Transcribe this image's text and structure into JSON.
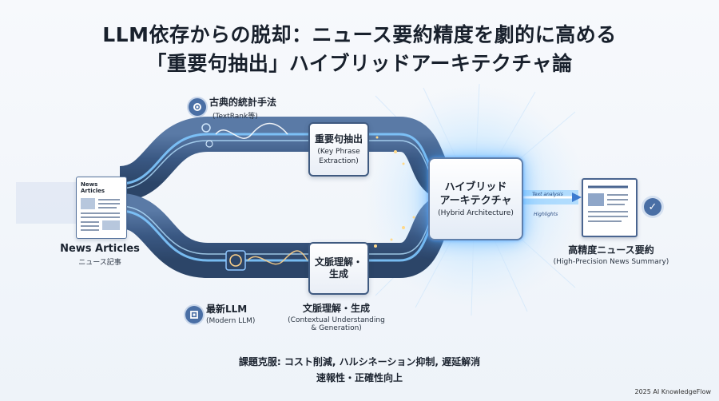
{
  "title": {
    "line1": "LLM依存からの脱却：ニュース要約精度を劇的に高める",
    "line2": "「重要句抽出」ハイブリッドアーキテクチャ論"
  },
  "inputs": {
    "doc_header": "News Articles",
    "label_main": "News Articles",
    "label_sub": "ニュース記事"
  },
  "top_path": {
    "icon_label_main": "古典的統計手法",
    "icon_label_sub": "(TextRank等)",
    "box_main": "重要句抽出",
    "box_sub_line1": "(Key Phrase",
    "box_sub_line2": "Extraction)"
  },
  "bottom_path": {
    "icon_label_main": "最新LLM",
    "icon_label_sub": "(Modern LLM)",
    "box_main_line1": "文脈理解・",
    "box_main_line2": "生成",
    "caption_main": "文脈理解・生成",
    "caption_sub_line1": "(Contextual Understanding",
    "caption_sub_line2": "& Generation)"
  },
  "hybrid": {
    "main_line1": "ハイブリッド",
    "main_line2": "アーキテクチャ",
    "sub": "(Hybrid Architecture)"
  },
  "output": {
    "tag1": "Text analysis",
    "tag2": "Highlights",
    "label_main": "高精度ニュース要約",
    "label_sub": "(High-Precision News Summary)"
  },
  "footer": {
    "line1": "課題克服: コスト削減, ハルシネーション抑制, 遅延解消",
    "line2": "速報性・正確性向上"
  },
  "credit": "2025 AI KnowledgeFlow",
  "colors": {
    "pipe": "#3f5f8c",
    "glow": "#5ab8ff",
    "accent": "#4a6fa5"
  }
}
